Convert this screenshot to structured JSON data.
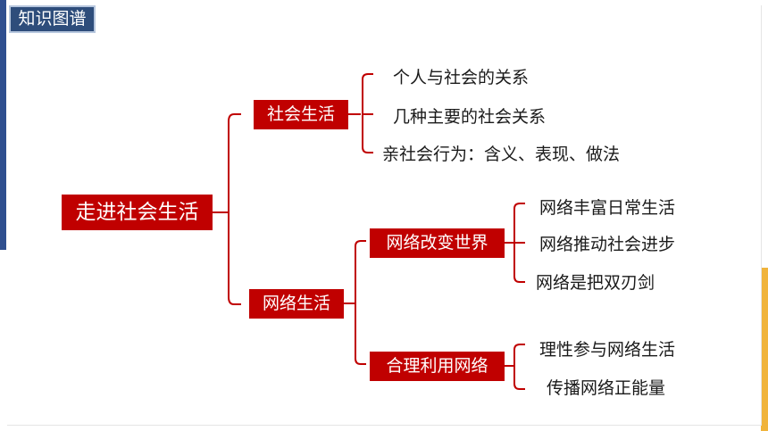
{
  "section_tag": "知识图谱",
  "root": "走进社会生活",
  "branches": [
    {
      "label": "社会生活",
      "items": [
        "个人与社会的关系",
        "几种主要的社会关系",
        "亲社会行为：含义、表现、做法"
      ]
    },
    {
      "label": "网络生活",
      "children": [
        {
          "label": "网络改变世界",
          "items": [
            "网络丰富日常生活",
            "网络推动社会进步",
            "网络是把双刃剑"
          ]
        },
        {
          "label": "合理利用网络",
          "items": [
            "理性参与网络生活",
            "传播网络正能量"
          ]
        }
      ]
    }
  ],
  "colors": {
    "accent": "#c00000",
    "tag_bg": "#2e4d7b",
    "left_bar": "#2f4f8f",
    "right_bar": "#f0b43c"
  }
}
